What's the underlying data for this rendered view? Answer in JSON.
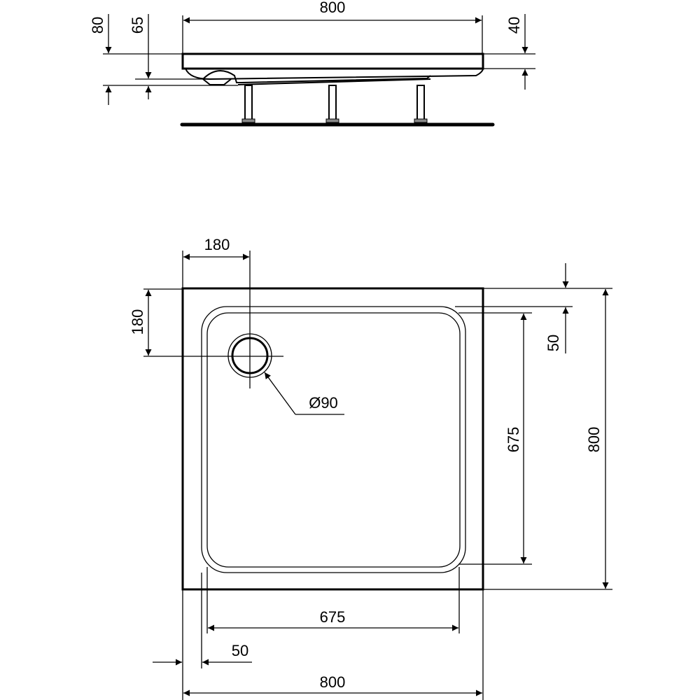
{
  "side_view": {
    "width_label": "800",
    "total_height_label": "80",
    "depth_label": "65",
    "rim_height_label": "40",
    "leg_count": 3
  },
  "top_view": {
    "drain_offset_x_label": "180",
    "drain_offset_y_label": "180",
    "drain_diameter_label": "Ø90",
    "rim_top_label": "50",
    "inner_height_label": "675",
    "outer_height_label": "800",
    "inner_width_label": "675",
    "rim_side_label": "50",
    "outer_width_label": "800"
  }
}
